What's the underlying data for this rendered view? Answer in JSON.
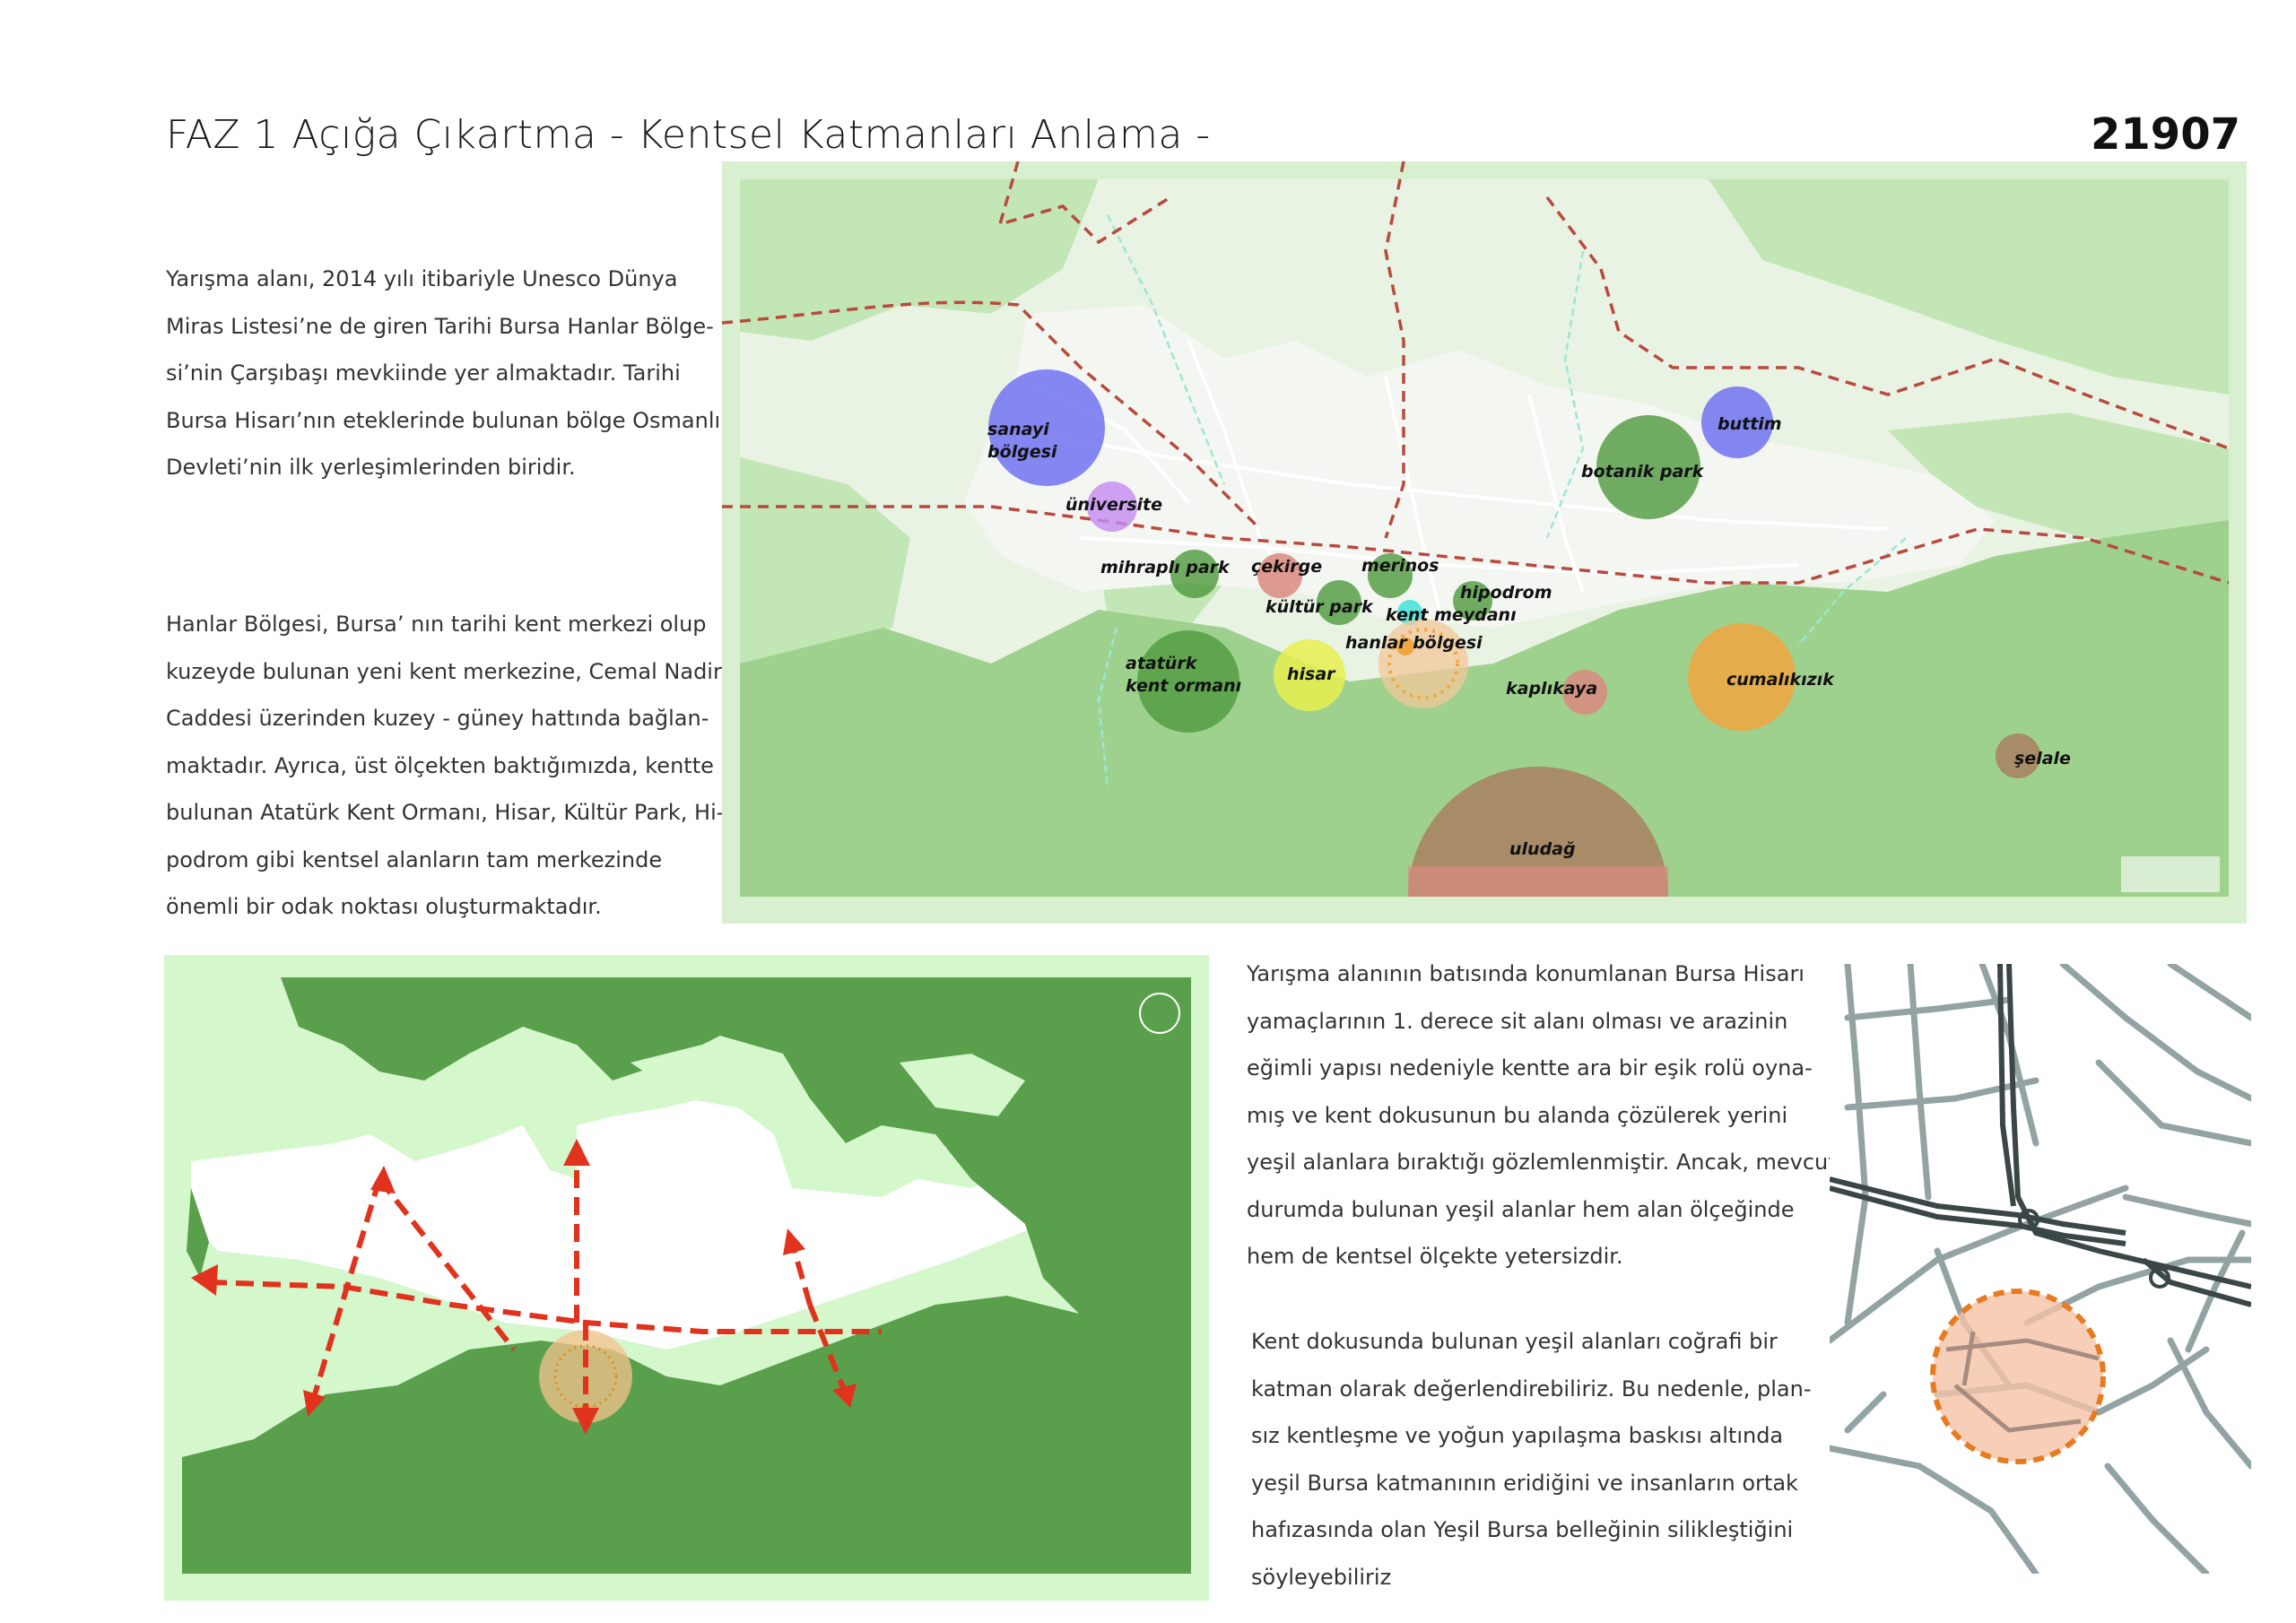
{
  "header": {
    "title": "FAZ 1 Açığa Çıkartma - Kentsel Katmanları Anlama -",
    "code": "21907"
  },
  "text": {
    "para1": [
      "Yarışma alanı, 2014 yılı itibariyle Unesco Dünya",
      "Miras Listesi’ne de giren Tarihi Bursa Hanlar Bölge-",
      "si’nin Çarşıbaşı mevkiinde yer almaktadır. Tarihi",
      "Bursa Hisarı’nın eteklerinde bulunan bölge Osmanlı",
      "Devleti’nin ilk yerleşimlerinden biridir."
    ],
    "para2": [
      "Hanlar Bölgesi, Bursa’ nın tarihi kent merkezi olup",
      "kuzeyde bulunan yeni kent merkezine, Cemal Nadir",
      "Caddesi üzerinden kuzey - güney hattında bağlan-",
      "maktadır. Ayrıca, üst ölçekten baktığımızda, kentte",
      "bulunan Atatürk Kent Ormanı, Hisar, Kültür Park, Hi-",
      "podrom gibi kentsel alanların tam merkezinde",
      "önemli bir odak noktası oluşturmaktadır."
    ],
    "para3": [
      "Yarışma alanının batısında konumlanan Bursa Hisarı",
      "yamaçlarının 1. derece sit alanı olması ve arazinin",
      "eğimli yapısı nedeniyle kentte ara bir eşik rolü oyna-",
      "mış ve kent dokusunun bu alanda çözülerek yerini",
      "yeşil alanlara bıraktığı gözlemlenmiştir. Ancak, mevcut",
      "durumda bulunan yeşil alanlar hem alan ölçeğinde",
      "hem de kentsel ölçekte yetersizdir."
    ],
    "para4": [
      "Kent dokusunda bulunan yeşil alanları coğrafi bir",
      "katman olarak değerlendirebiliriz. Bu nedenle, plan-",
      "sız kentleşme ve yoğun yapılaşma baskısı altında",
      "yeşil Bursa katmanının eridiğini ve insanların ortak",
      "hafızasında olan Yeşil Bursa belleğinin silikleştiğini",
      "söyleyebiliriz"
    ]
  },
  "map": {
    "labels": {
      "sanayi": "sanayi",
      "bolgesi": "bölgesi",
      "universite": "üniversite",
      "buttim": "buttim",
      "botanik": "botanik park",
      "mihrapli": "mihraplı park",
      "cekirge": "çekirge",
      "merinos": "merinos",
      "hipodrom": "hipodrom",
      "kultur": "kültür park",
      "kentmeydani": "kent meydanı",
      "hanlar": "hanlar bölgesi",
      "ataturk1": "atatürk",
      "ataturk2": "kent ormanı",
      "hisar": "hisar",
      "kaplikaya": "kaplıkaya",
      "cumalikizik": "cumalıkızık",
      "selale": "şelale",
      "uludag": "uludağ"
    },
    "colors": {
      "blue": "#6b6ef0",
      "green": "#4e9a3e",
      "purple": "#c48cf0",
      "pink": "#d98a80",
      "cyan": "#4de3d9",
      "yellow": "#e8f050",
      "orange": "#f0a640",
      "brown": "#a88060",
      "bg": "#d8f0d0"
    }
  }
}
